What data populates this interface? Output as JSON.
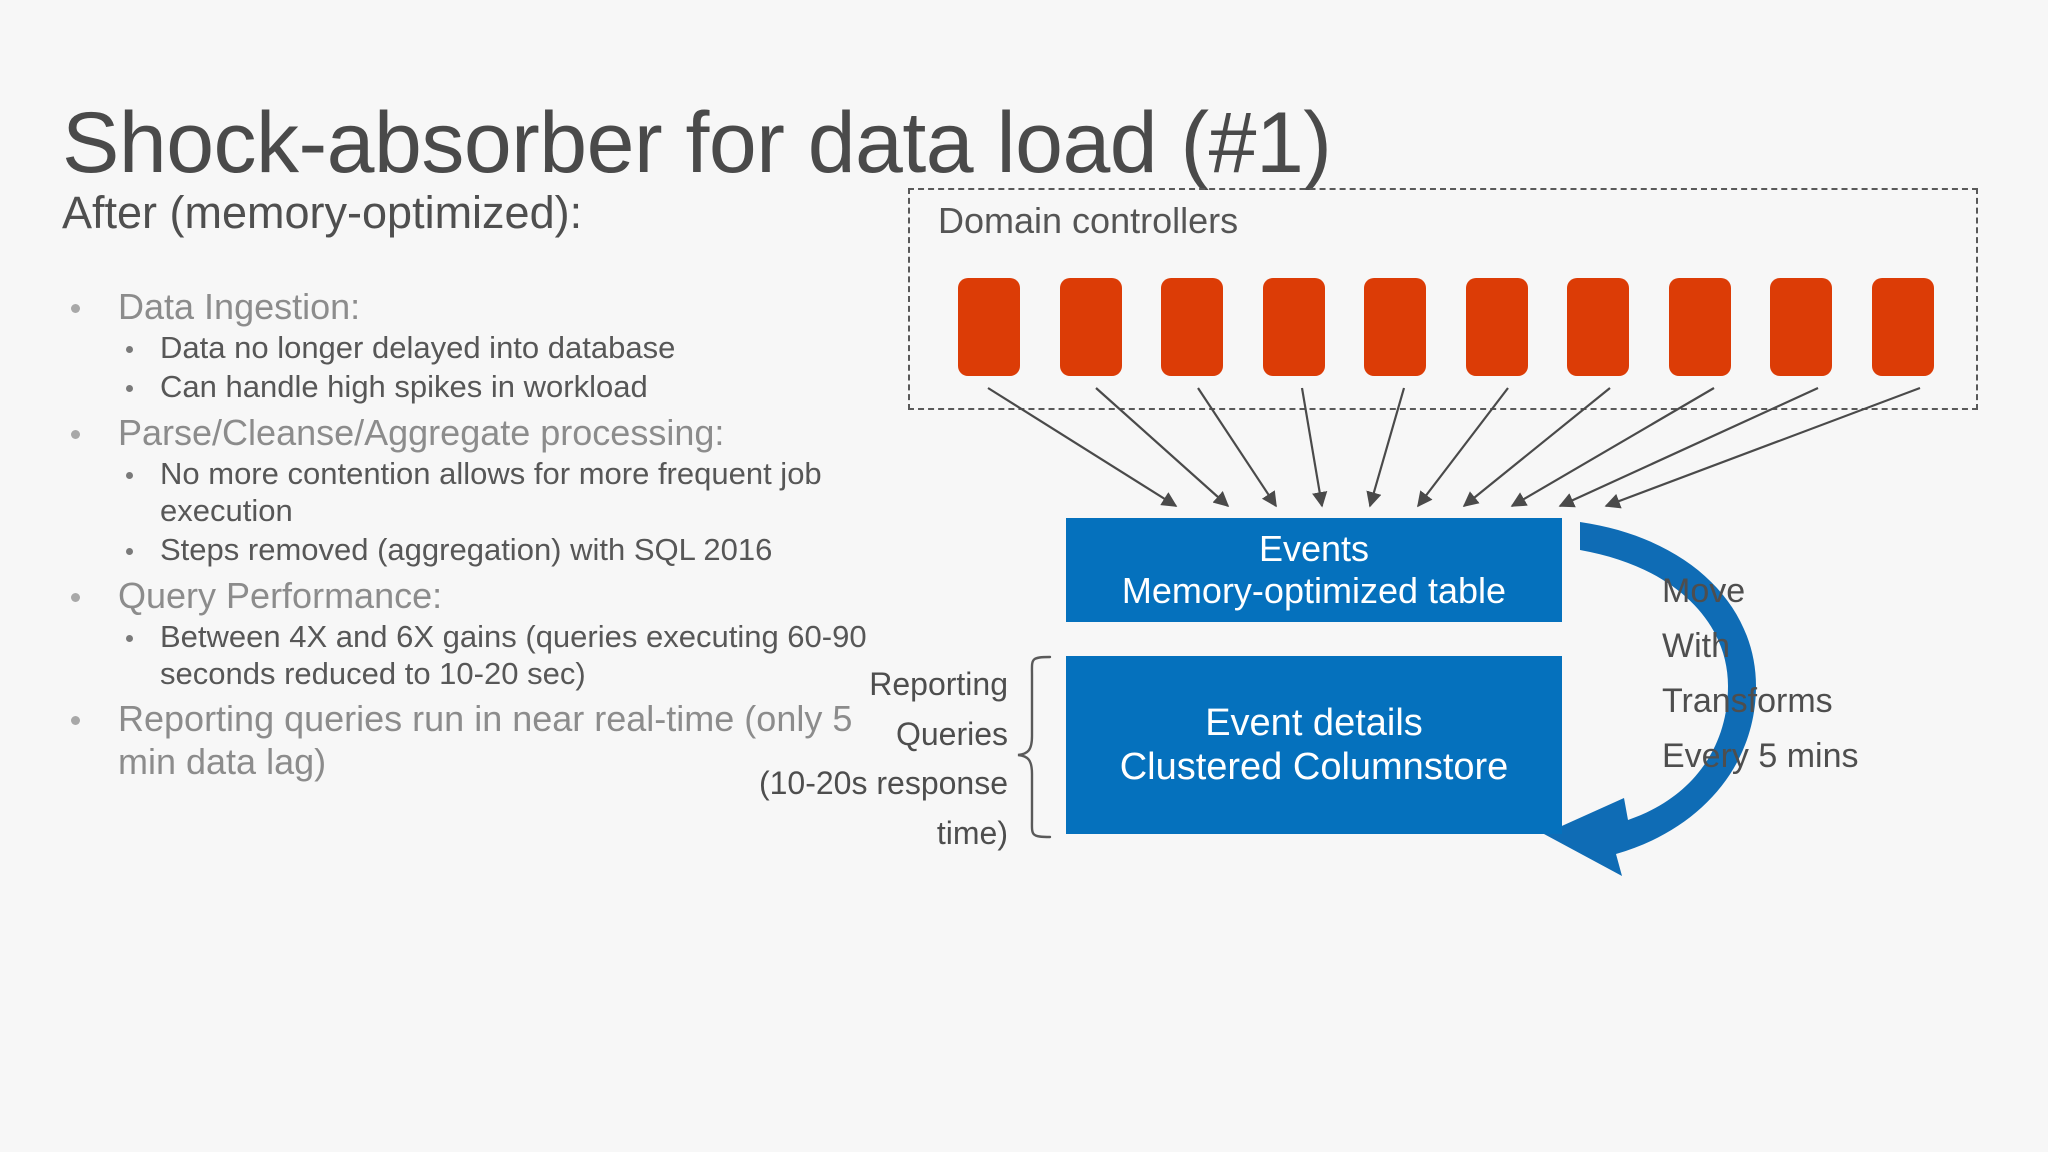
{
  "slide": {
    "title": "Shock-absorber for data load (#1)",
    "background_color": "#F7F7F7"
  },
  "left_column": {
    "subtitle": "After (memory-optimized):",
    "bullets": [
      {
        "text": "Data Ingestion:",
        "children": [
          "Data no longer delayed into database",
          "Can handle high spikes in workload"
        ]
      },
      {
        "text": "Parse/Cleanse/Aggregate processing:",
        "children": [
          "No more contention allows for more frequent job execution",
          "Steps removed (aggregation) with SQL 2016"
        ]
      },
      {
        "text": "Query Performance:",
        "children": [
          "Between 4X and 6X gains (queries executing 60-90 seconds reduced to 10-20 sec)"
        ]
      },
      {
        "text": "Reporting queries run in near real-time (only 5 min data lag)",
        "children": []
      }
    ]
  },
  "diagram": {
    "domain_controllers": {
      "label": "Domain controllers",
      "node_count": 10,
      "node_color": "#DC3C06",
      "border_style": "dashed"
    },
    "events_box": {
      "line1": "Events",
      "line2": "Memory-optimized table",
      "color": "#0571BD"
    },
    "details_box": {
      "line1": "Event details",
      "line2": "Clustered Columnstore",
      "color": "#0571BD"
    },
    "move_annotation": {
      "line1": "Move",
      "line2": "With",
      "line3": "Transforms",
      "line4": "Every 5 mins",
      "arrow_color": "#0F6CB5"
    },
    "reporting_annotation": {
      "line1": "Reporting",
      "line2": "Queries",
      "line3": "(10-20s response",
      "line4": "time)"
    },
    "ingest_arrow_color": "#4A4A4A",
    "ingest_arrow_count": 10
  }
}
